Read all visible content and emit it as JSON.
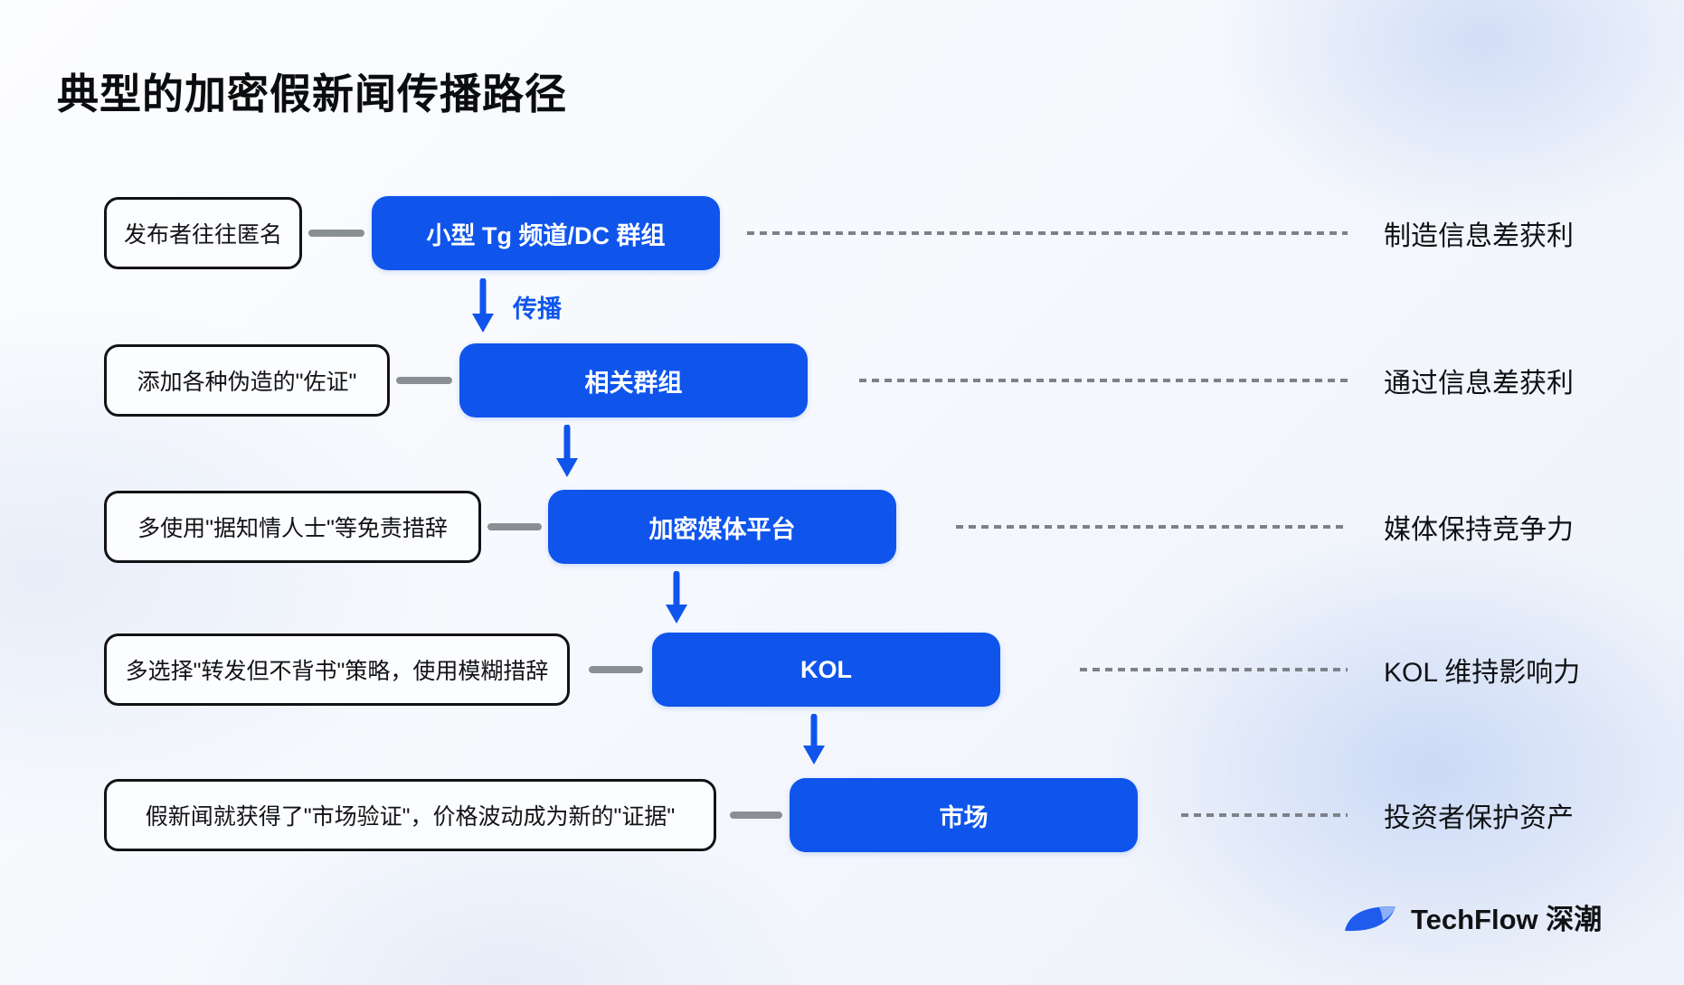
{
  "page": {
    "title": "典型的加密假新闻传播路径"
  },
  "flow": {
    "spread_label": "传播",
    "rows": [
      {
        "note": "发布者往往匿名",
        "node": "小型 Tg 频道/DC 群组",
        "outcome": "制造信息差获利"
      },
      {
        "note": "添加各种伪造的\"佐证\"",
        "node": "相关群组",
        "outcome": "通过信息差获利"
      },
      {
        "note": "多使用\"据知情人士\"等免责措辞",
        "node": "加密媒体平台",
        "outcome": "媒体保持竞争力"
      },
      {
        "note": "多选择\"转发但不背书\"策略，使用模糊措辞",
        "node": "KOL",
        "outcome": "KOL 维持影响力"
      },
      {
        "note": "假新闻就获得了\"市场验证\"，价格波动成为新的\"证据\"",
        "node": "市场",
        "outcome": "投资者保护资产"
      }
    ]
  },
  "colors": {
    "accent_blue": "#0f55ec",
    "connector_gray": "#8a8f94",
    "dash_gray": "#7d8288",
    "text_black": "#101114"
  },
  "footer": {
    "brand": "TechFlow 深潮",
    "logo_icon": "techflow-leaf-icon"
  }
}
